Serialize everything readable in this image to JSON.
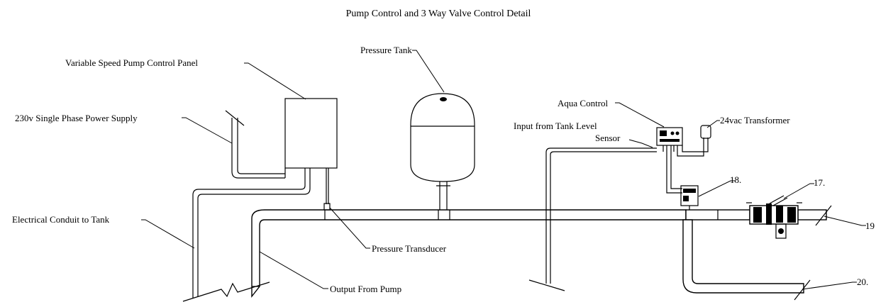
{
  "title": "Pump Control and 3 Way Valve Control Detail",
  "labels": {
    "control_panel": "Variable Speed Pump Control Panel",
    "power_supply": "230v Single Phase Power Supply",
    "pressure_tank": "Pressure Tank",
    "aqua_control": "Aqua Control",
    "transformer": "24vac Transformer",
    "tank_level_line1": "Input from Tank Level",
    "tank_level_line2": "Sensor",
    "conduit": "Electrical Conduit to Tank",
    "transducer": "Pressure Transducer",
    "output_pump": "Output From Pump",
    "callout_17": "17.",
    "callout_18": "18.",
    "callout_19": "19",
    "callout_20": "20."
  }
}
